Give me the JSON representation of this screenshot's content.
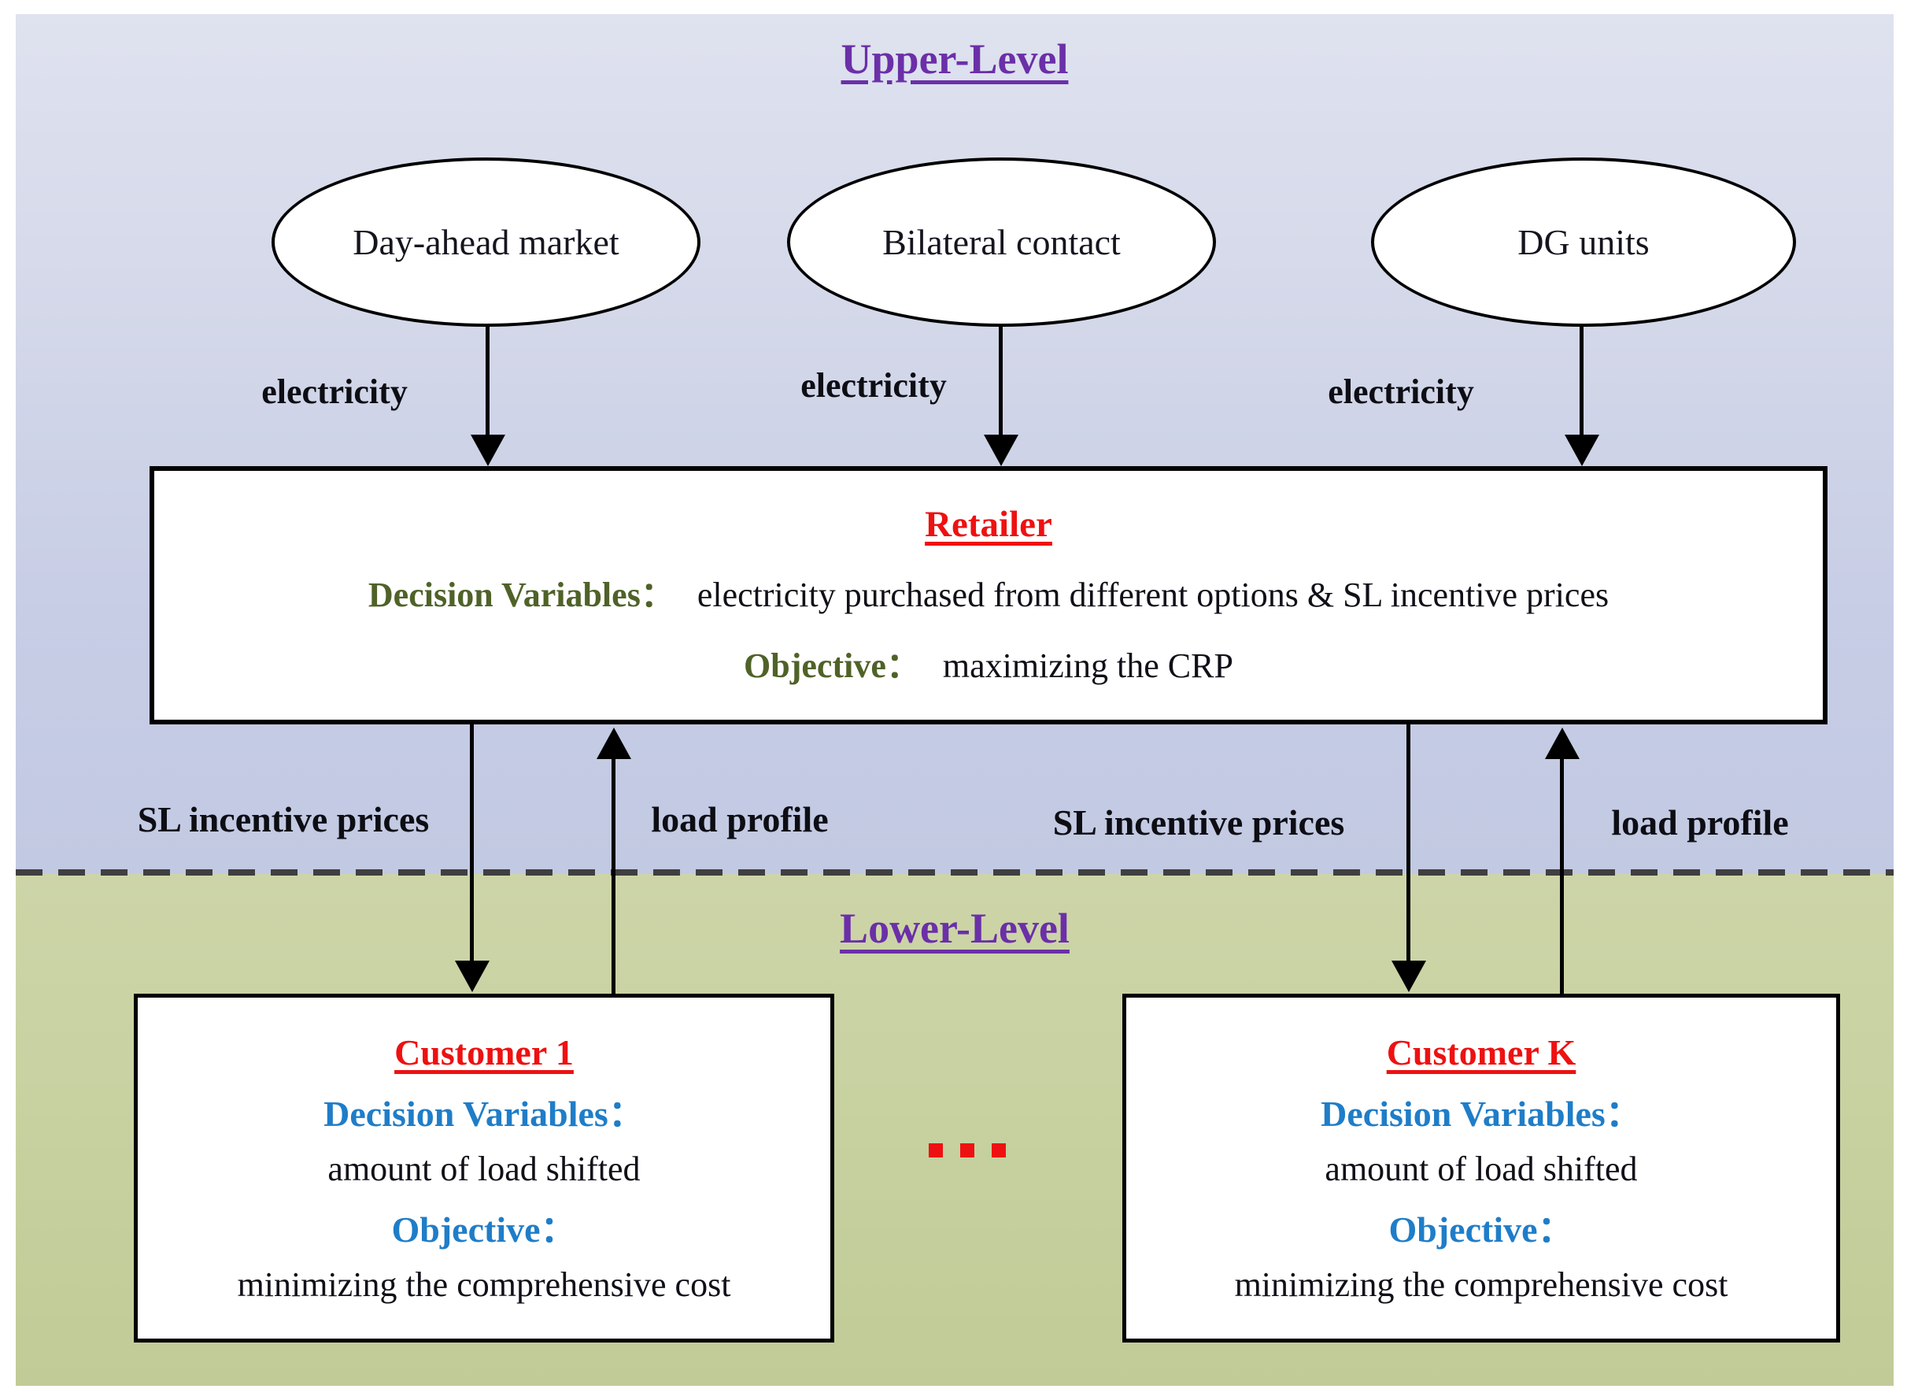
{
  "colors": {
    "upper_background": "#c9cfe6",
    "lower_background": "#c9d2a0",
    "level_title_purple": "#6b2fa8",
    "highlight_red": "#ee1111",
    "retailer_label_olive": "#4f6228",
    "customer_label_blue": "#1f7dc8",
    "line_black": "#000000"
  },
  "upper": {
    "title": "Upper-Level",
    "sources": [
      {
        "label": "Day-ahead market"
      },
      {
        "label": "Bilateral contact"
      },
      {
        "label": "DG units"
      }
    ],
    "flow_label": "electricity",
    "retailer": {
      "title": "Retailer",
      "decision_label": "Decision Variables：",
      "decision_text": "electricity purchased from different options & SL incentive prices",
      "objective_label": "Objective：",
      "objective_text": "maximizing the CRP"
    }
  },
  "exchange": {
    "down_label": "SL incentive prices",
    "up_label": "load profile"
  },
  "lower": {
    "title": "Lower-Level",
    "ellipsis": "...",
    "customers": [
      {
        "title": "Customer 1",
        "decision_label": "Decision Variables：",
        "decision_text": "amount of load shifted",
        "objective_label": "Objective：",
        "objective_text": "minimizing the comprehensive cost"
      },
      {
        "title": "Customer K",
        "decision_label": "Decision Variables：",
        "decision_text": "amount of load shifted",
        "objective_label": "Objective：",
        "objective_text": "minimizing the comprehensive cost"
      }
    ]
  }
}
